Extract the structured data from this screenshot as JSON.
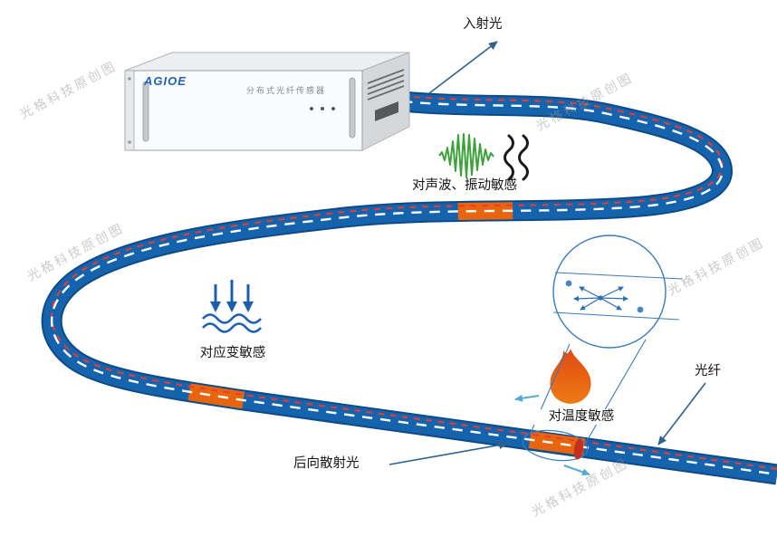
{
  "watermark": {
    "text": "光格科技原创图"
  },
  "device": {
    "brand": "AGIOE",
    "name": "分布式光纤传感器"
  },
  "labels": {
    "incident_light": "入射光",
    "acoustic": "对声波、振动敏感",
    "strain": "对应变敏感",
    "temperature": "对温度敏感",
    "fiber": "光纤",
    "backscatter": "后向散射光"
  },
  "icons": {
    "acoustic_wave": "green-waveform-icon",
    "vibration": "black-squiggle-icon",
    "strain": "blue-down-arrows-wave-icon",
    "temperature": "flame-icon",
    "scattering": "magnifier-scattering-icon"
  },
  "colors": {
    "fiber_body": "#1563ac",
    "fiber_edge": "#0d4a88",
    "sensing_segment": "#e8650f",
    "core_dash_white": "#ffffff",
    "core_dash_red": "#f03a2d",
    "annotation_blue": "#2d618f",
    "light_arrow_cyan": "#56a8d8",
    "strain_icon_blue": "#1d5fae",
    "wave_green": "#3ea23a",
    "flame_orange": "#e2570f"
  }
}
